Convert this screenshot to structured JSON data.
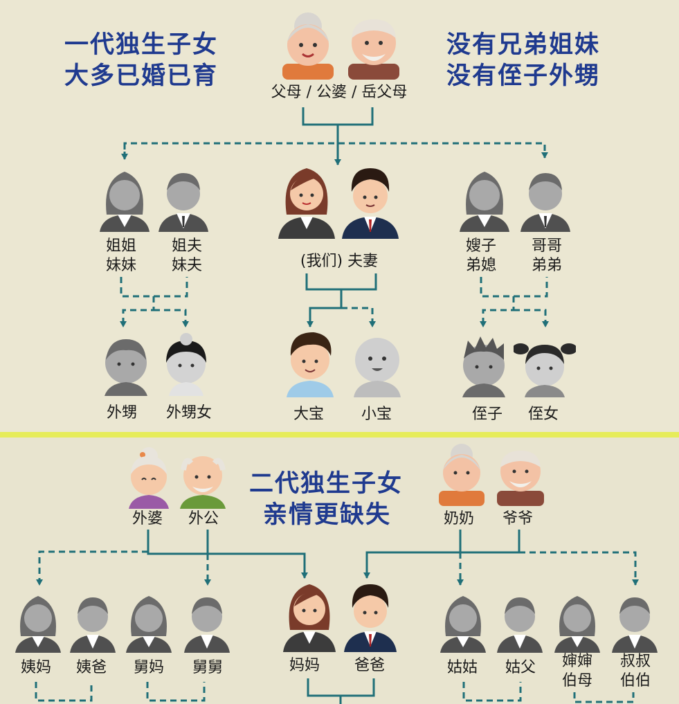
{
  "section1": {
    "title_left": [
      "一代独生子女",
      "大多已婚已育"
    ],
    "title_right": [
      "没有兄弟姐妹",
      "没有侄子外甥"
    ],
    "parents_label": "父母 / 公婆 / 岳父母",
    "sister_pair": [
      "姐姐",
      "妹妹"
    ],
    "sister_husband_pair": [
      "姐夫",
      "妹夫"
    ],
    "couple_label": "(我们) 夫妻",
    "sisterinlaw_pair": [
      "嫂子",
      "弟媳"
    ],
    "brother_pair": [
      "哥哥",
      "弟弟"
    ],
    "nephew_sister": "外甥",
    "niece_sister": "外甥女",
    "eldest_child": "大宝",
    "youngest_child": "小宝",
    "nephew_brother": "侄子",
    "niece_brother": "侄女"
  },
  "section2": {
    "title": [
      "二代独生子女",
      "亲情更缺失"
    ],
    "maternal_grandma": "外婆",
    "maternal_grandpa": "外公",
    "paternal_grandma": "奶奶",
    "paternal_grandpa": "爷爷",
    "aunt_mother_side": "姨妈",
    "uncle_by_marriage_mother_side": "姨爸",
    "aunt_by_marriage_mother_side": "舅妈",
    "uncle_mother_side": "舅舅",
    "mother": "妈妈",
    "father": "爸爸",
    "aunt_father_side": "姑姑",
    "uncle_by_marriage_father_side": "姑父",
    "aunt_by_marriage_father_side": [
      "婶婶",
      "伯母"
    ],
    "uncle_father_side": [
      "叔叔",
      "伯伯"
    ]
  },
  "colors": {
    "title_blue": "#1f3a8f",
    "line_teal": "#1f6f78",
    "divider_yellow": "#e6ec5a",
    "silhouette_gray": "#7a7a7a"
  }
}
